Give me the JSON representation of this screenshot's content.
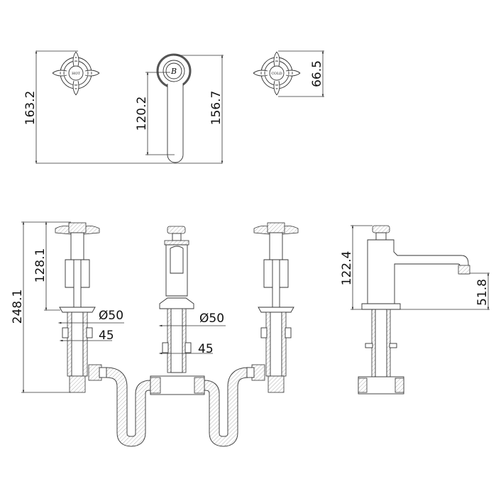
{
  "top_view": {
    "dimensions": {
      "overall_height": "163.2",
      "spout_lever": "120.2",
      "spout_height": "156.7",
      "handle_diameter": "66.5"
    },
    "hot_label": "HOT",
    "cold_label": "COLD",
    "logo_letter": "B"
  },
  "front_view": {
    "dimensions": {
      "total_height": "248.1",
      "valve_height": "128.1",
      "hole_left": "Ø50",
      "hole_center": "Ø50",
      "shank_left": "45",
      "shank_center": "45"
    }
  },
  "side_view": {
    "dimensions": {
      "spout_top": "122.4",
      "spout_outlet": "51.8"
    }
  },
  "colors": {
    "line": "#333333",
    "background": "#ffffff"
  }
}
